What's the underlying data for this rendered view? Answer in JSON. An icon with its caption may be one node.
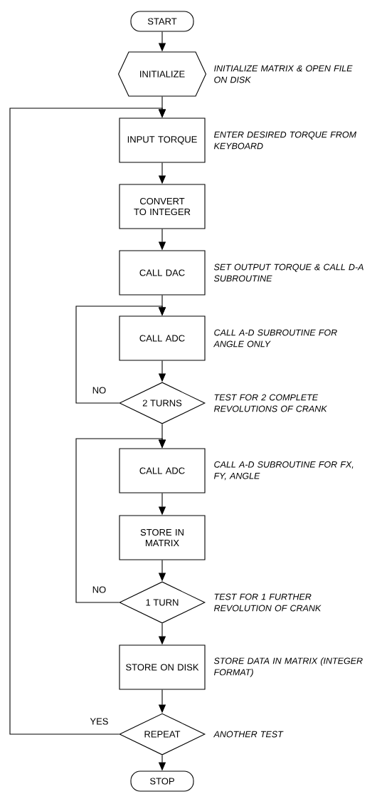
{
  "diagram": {
    "nodes": [
      {
        "text": [
          "START"
        ]
      },
      {
        "text": [
          "INITIALIZE"
        ],
        "beside": [
          "INITIALIZE MATRIX & OPEN FILE ON DISK"
        ]
      },
      {
        "text": [
          "INPUT TORQUE"
        ],
        "beside": [
          "ENTER DESIRED TORQUE FROM KEYBOARD"
        ]
      },
      {
        "text": [
          "CONVERT TO INTEGER"
        ]
      },
      {
        "text": [
          "CALL DAC"
        ],
        "beside": [
          "SET OUTPUT TORQUE & CALL D-A SUBROUTINE"
        ]
      },
      {
        "text": [
          "CALL ADC"
        ],
        "beside": [
          "CALL A-D SUBROUTINE FOR ANGLE ONLY"
        ]
      },
      {
        "text": [
          "2 TURNS"
        ],
        "beside": [
          "TEST FOR 2 COMPLETE REVOLUTIONS OF CRANK"
        ]
      },
      {
        "text": [
          "CALL ADC"
        ],
        "beside": [
          "CALL A-D SUBROUTINE FOR FX, FY, ANGLE"
        ]
      },
      {
        "text": [
          "STORE IN MATRIX"
        ]
      },
      {
        "text": [
          "1 TURN"
        ],
        "beside": [
          "TEST FOR 1 FURTHER REVOLUTION OF CRANK"
        ]
      },
      {
        "text": [
          "STORE ON DISK"
        ],
        "beside": [
          "STORE DATA IN MATRIX (INTEGER FORMAT)"
        ]
      },
      {
        "text": [
          "REPEAT"
        ],
        "beside": [
          "ANOTHER TEST"
        ]
      },
      {
        "text": [
          "STOP"
        ]
      }
    ],
    "edges": [
      {
        "from": 0,
        "to": 1,
        "arrow": "to"
      },
      {
        "from": 1,
        "to": 2,
        "arrow": "to"
      },
      {
        "from": 2,
        "to": 3,
        "arrow": "to"
      },
      {
        "from": 3,
        "to": 4,
        "arrow": "to"
      },
      {
        "from": 4,
        "to": 5,
        "arrow": "to"
      },
      {
        "from": 5,
        "to": 6,
        "arrow": "to"
      },
      {
        "from": 6,
        "to": 5,
        "arrow": "to",
        "label": "NO"
      },
      {
        "from": 6,
        "to": 7,
        "arrow": "to"
      },
      {
        "from": 7,
        "to": 8,
        "arrow": "to"
      },
      {
        "from": 8,
        "to": 9,
        "arrow": "to"
      },
      {
        "from": 9,
        "to": 7,
        "arrow": "to",
        "label": "NO"
      },
      {
        "from": 9,
        "to": 10,
        "arrow": "to"
      },
      {
        "from": 10,
        "to": 11,
        "arrow": "to"
      },
      {
        "from": 11,
        "to": 2,
        "arrow": "to",
        "label": "YES"
      },
      {
        "from": 11,
        "to": 12,
        "arrow": "to"
      }
    ]
  }
}
